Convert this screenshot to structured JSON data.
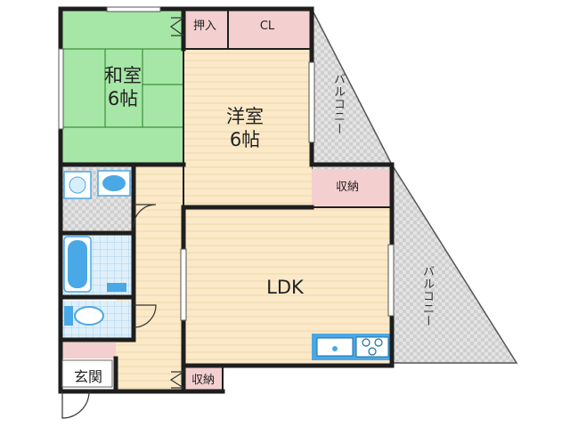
{
  "rooms": {
    "washitsu": {
      "name": "和室",
      "size": "6帖"
    },
    "youshitsu": {
      "name": "洋室",
      "size": "6帖"
    },
    "ldk": {
      "name": "LDK"
    },
    "oshiire": {
      "name": "押入"
    },
    "closet": {
      "name": "CL"
    },
    "shuno_upper": {
      "name": "収納"
    },
    "shuno_lower": {
      "name": "収納"
    },
    "genkan": {
      "name": "玄関"
    }
  },
  "balconies": [
    {
      "name": "バルコニー"
    },
    {
      "name": "バルコニー"
    }
  ],
  "colors": {
    "tatami": "#a6e6a6",
    "flooring": "#fbe9c8",
    "storage": "#f3cfcf",
    "balcony": "#dcdcdc",
    "wet_area": "#dff0fb",
    "fixtures": "#4aa8e6",
    "wall": "#1e1e1e"
  }
}
